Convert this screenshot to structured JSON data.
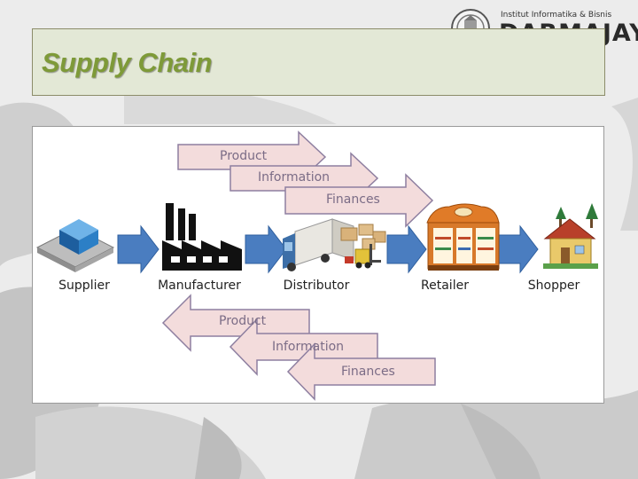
{
  "logo": {
    "tagline": "Institut Informatika & Bisnis",
    "name": "DARMAJAYA"
  },
  "title": "Supply Chain",
  "diagram": {
    "nodes": [
      {
        "label": "Supplier",
        "icon": "warehouse-cube-icon"
      },
      {
        "label": "Manufacturer",
        "icon": "factory-icon"
      },
      {
        "label": "Distributor",
        "icon": "delivery-truck-icon"
      },
      {
        "label": "Retailer",
        "icon": "storefront-icon"
      },
      {
        "label": "Shopper",
        "icon": "house-icon"
      }
    ],
    "forward_flows": [
      "Product",
      "Information",
      "Finances"
    ],
    "reverse_flows": [
      "Product",
      "Information",
      "Finances"
    ],
    "colors": {
      "flow_arrow_fill": "#f3dcdc",
      "flow_arrow_stroke": "#8e7fa0",
      "chevron_fill": "#4a7dc0",
      "title_text": "#7e9a38",
      "title_box": "#e3e8d6"
    }
  }
}
